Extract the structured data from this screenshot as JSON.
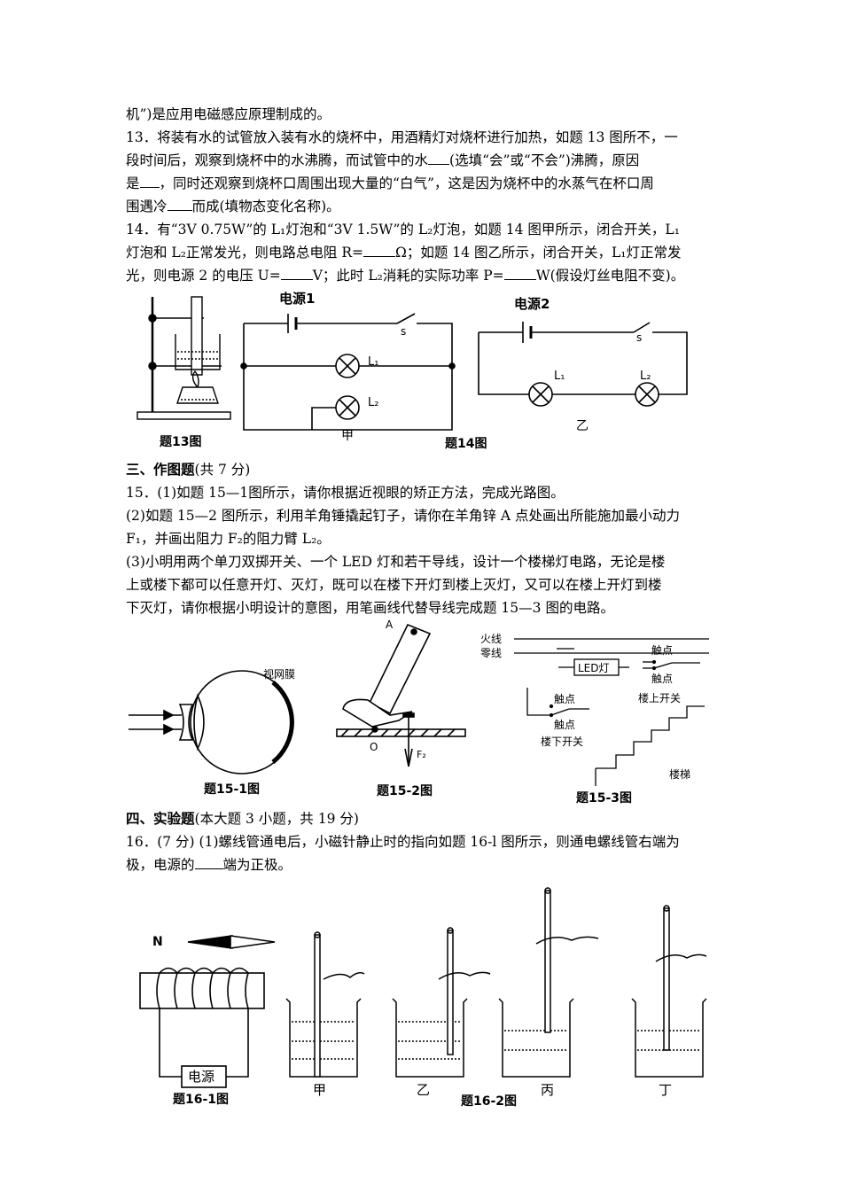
{
  "q12_tail": "机”)是应用电磁感应原理制成的。",
  "q13": {
    "l1": "13．将装有水的试管放入装有水的烧杯中，用酒精灯对烧杯进行加热，如题 13 图所不，一",
    "l2a": "段时间后，观察到烧杯中的水沸腾，而试管中的水",
    "l2b": "(选填“会”或“不会”)沸腾，原因",
    "l3a": "是",
    "l3b": "，同时还观察到烧杯口周围出现大量的“白气”，这是因为烧杯中的水蒸气在杯口周",
    "l4a": "围遇冷",
    "l4b": "而成(填物态变化名称)。"
  },
  "q14": {
    "l1": "14．有“3V 0.75W”的 L₁灯泡和“3V 1.5W”的 L₂灯泡，如题 14 图甲所示，闭合开关，L₁",
    "l2a": "灯泡和 L₂正常发光，则电路总电阻 R=",
    "l2b": "Ω；如题 14 图乙所示，闭合开关，L₁灯正常发",
    "l3a": "光，则电源 2 的电压 U=",
    "l3b": "V；此时 L₂消耗的实际功率 P=",
    "l3c": "W(假设灯丝电阻不变)。"
  },
  "fig13": {
    "caption": "题13图"
  },
  "fig14": {
    "source1": "电源1",
    "source2": "电源2",
    "switch": "s",
    "l1": "L₁",
    "l2": "L₂",
    "jia": "甲",
    "yi": "乙",
    "caption": "题14图"
  },
  "section3": {
    "title": "三、作图题",
    "score": "(共 7 分)"
  },
  "q15": {
    "l1": "15．(1)如题 15—1图所示，请你根据近视眼的矫正方法，完成光路图。",
    "l2": "(2)如题 15—2 图所示，利用羊角锤撬起钉子，请你在羊角锌 A 点处画出所能施加最小动力",
    "l3": "F₁，并画出阻力 F₂的阻力臂 L₂。",
    "l4": " (3)小明用两个单刀双掷开关、一个 LED 灯和若干导线，设计一个楼梯灯电路，无论是楼",
    "l5": "上或楼下都可以任意开灯、灭灯，既可以在楼下开灯到楼上灭灯，又可以在楼上开灯到楼",
    "l6": "下灭灯，请你根据小明设计的意图，用笔画线代替导线完成题 15—3 图的电路。"
  },
  "fig15_1": {
    "retina": "视网膜",
    "caption": "题15-1图"
  },
  "fig15_2": {
    "a": "A",
    "o": "O",
    "f2": "F₂",
    "caption": "题15-2图"
  },
  "fig15_3": {
    "live": "火线",
    "neutral": "零线",
    "led": "LED灯",
    "contact": "触点",
    "upstairs_switch": "楼上开关",
    "downstairs_switch": "楼下开关",
    "stairs": "楼梯",
    "caption": "题15-3图"
  },
  "section4": {
    "title": "四、实验题",
    "score": "(本大题 3 小题，共 19 分)"
  },
  "q16": {
    "l1": "16．(7 分) (1)螺线管通电后，小磁针静止时的指向如题 16-l 图所示，则通电螺线管右端为",
    "l2a": "极，电源的",
    "l2b": "端为正极。"
  },
  "fig16_1": {
    "n": "N",
    "source": "电源",
    "caption": "题16-1图"
  },
  "fig16_2": {
    "jia": "甲",
    "yi": "乙",
    "bing": "丙",
    "ding": "丁",
    "caption": "题16-2图"
  }
}
